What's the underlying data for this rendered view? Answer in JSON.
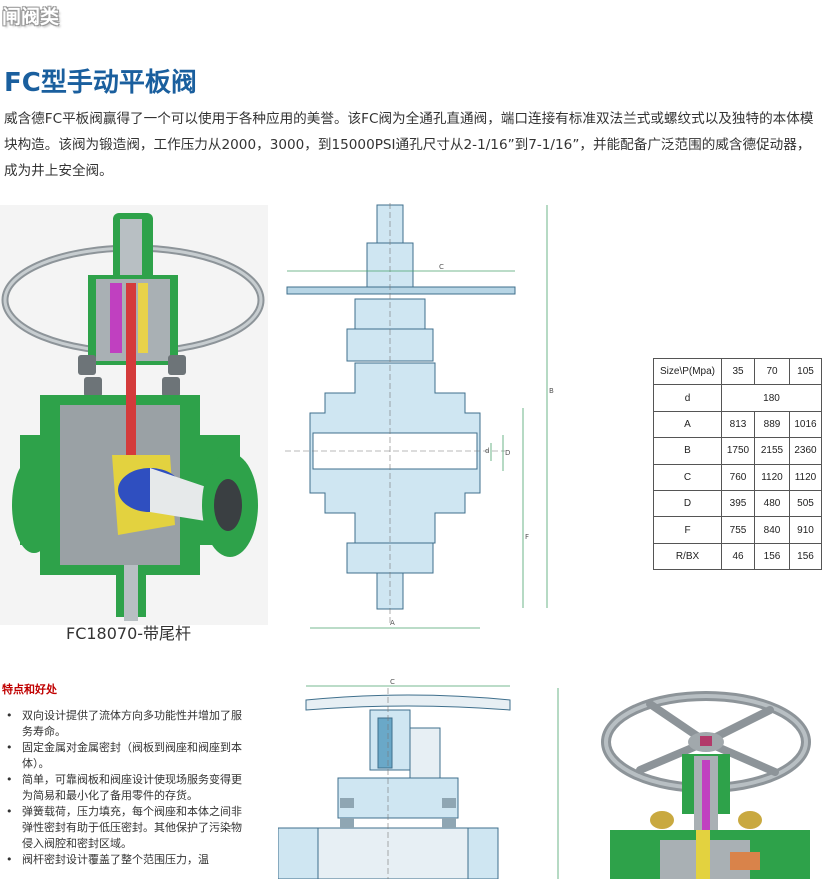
{
  "category_label": "闸阀类",
  "title": "FC型手动平板阀",
  "intro": "威含德FC平板阀赢得了一个可以使用于各种应用的美誉。该FC阀为全通孔直通阀，端口连接有标准双法兰式或螺纹式以及独特的本体模块构造。该阀为锻造阀，工作压力从2000，3000，到15000PSI通孔尺寸从2-1/16”到7-1/16”，并能配备广泛范围的威含德促动器，成为井上安全阀。",
  "caption": "FC18070-带尾杆",
  "drawing_labels": {
    "A": "A",
    "B": "B",
    "C": "C",
    "D": "D",
    "F": "F",
    "d": "d"
  },
  "spec_table": {
    "header": [
      "Size\\P(Mpa)",
      "35",
      "70",
      "105"
    ],
    "rows": [
      {
        "label": "d",
        "values": [
          "180"
        ]
      },
      {
        "label": "A",
        "values": [
          "813",
          "889",
          "1016"
        ]
      },
      {
        "label": "B",
        "values": [
          "1750",
          "2155",
          "2360"
        ]
      },
      {
        "label": "C",
        "values": [
          "760",
          "1120",
          "1120"
        ]
      },
      {
        "label": "D",
        "values": [
          "395",
          "480",
          "505"
        ]
      },
      {
        "label": "F",
        "values": [
          "755",
          "840",
          "910"
        ]
      },
      {
        "label": "R/BX",
        "values": [
          "46",
          "156",
          "156"
        ]
      }
    ]
  },
  "features": {
    "heading": "特点和好处",
    "bullet": "•",
    "items": [
      "双向设计提供了流体方向多功能性并增加了服务寿命。",
      "固定金属对金属密封（阀板到阀座和阀座到本体）。",
      "简单，可靠阀板和阀座设计使现场服务变得更为简易和最小化了备用零件的存货。",
      "弹簧载荷，压力填充，每个阀座和本体之间非弹性密封有助于低压密封。其他保护了污染物侵入阀腔和密封区域。",
      "阀杆密封设计覆盖了整个范围压力，温"
    ]
  },
  "colors": {
    "title": "#1a5f9e",
    "feature_heading": "#c00000",
    "valve_green": "#2ea24a",
    "drawing_blue": "#6aa8c8",
    "handwheel_gray": "#9aa3a8"
  }
}
